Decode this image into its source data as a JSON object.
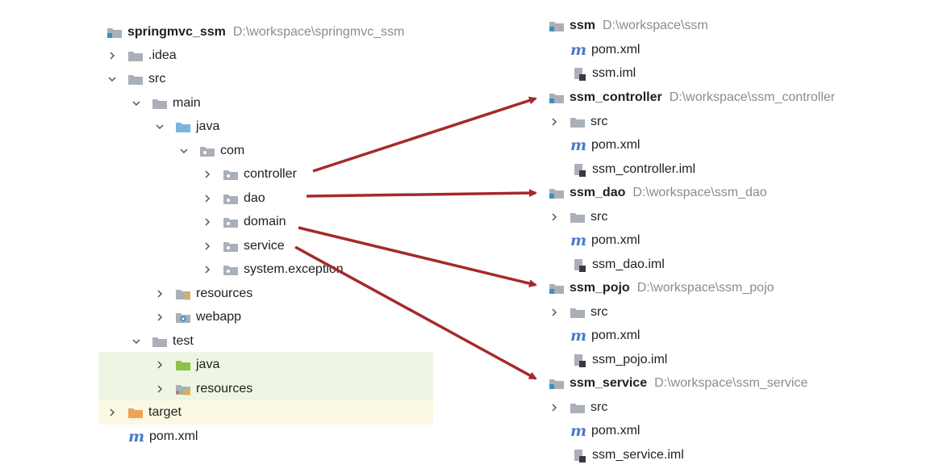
{
  "left": {
    "project": {
      "name": "springmvc_ssm",
      "path": "D:\\workspace\\springmvc_ssm"
    },
    "items": [
      {
        "key": "idea",
        "label": ".idea"
      },
      {
        "key": "src",
        "label": "src"
      },
      {
        "key": "main",
        "label": "main"
      },
      {
        "key": "java",
        "label": "java"
      },
      {
        "key": "com",
        "label": "com"
      },
      {
        "key": "controller",
        "label": "controller"
      },
      {
        "key": "dao",
        "label": "dao"
      },
      {
        "key": "domain",
        "label": "domain"
      },
      {
        "key": "service",
        "label": "service"
      },
      {
        "key": "system_exception",
        "label": "system.exception"
      },
      {
        "key": "resources",
        "label": "resources"
      },
      {
        "key": "webapp",
        "label": "webapp"
      },
      {
        "key": "test",
        "label": "test"
      },
      {
        "key": "test_java",
        "label": "java"
      },
      {
        "key": "test_resources",
        "label": "resources"
      },
      {
        "key": "target",
        "label": "target"
      },
      {
        "key": "pom",
        "label": "pom.xml"
      }
    ]
  },
  "right": {
    "ssm": {
      "name": "ssm",
      "path": "D:\\workspace\\ssm",
      "pom": "pom.xml",
      "iml": "ssm.iml"
    },
    "ssm_controller": {
      "name": "ssm_controller",
      "path": "D:\\workspace\\ssm_controller",
      "src": "src",
      "pom": "pom.xml",
      "iml": "ssm_controller.iml"
    },
    "ssm_dao": {
      "name": "ssm_dao",
      "path": "D:\\workspace\\ssm_dao",
      "src": "src",
      "pom": "pom.xml",
      "iml": "ssm_dao.iml"
    },
    "ssm_pojo": {
      "name": "ssm_pojo",
      "path": "D:\\workspace\\ssm_pojo",
      "src": "src",
      "pom": "pom.xml",
      "iml": "ssm_pojo.iml"
    },
    "ssm_service": {
      "name": "ssm_service",
      "path": "D:\\workspace\\ssm_service",
      "src": "src",
      "pom": "pom.xml",
      "iml": "ssm_service.iml"
    }
  },
  "icons": {
    "maven": "m"
  },
  "colors": {
    "arrow": "#a52a2a",
    "folder_gray": "#a9b0b8",
    "folder_blue": "#79b5dc",
    "folder_green": "#8bc34a",
    "folder_orange": "#f0a257",
    "module_accent": "#3592c4",
    "path_text": "#8c8c8c",
    "test_highlight": "#eef5e4",
    "target_highlight": "#fbf8e4"
  }
}
